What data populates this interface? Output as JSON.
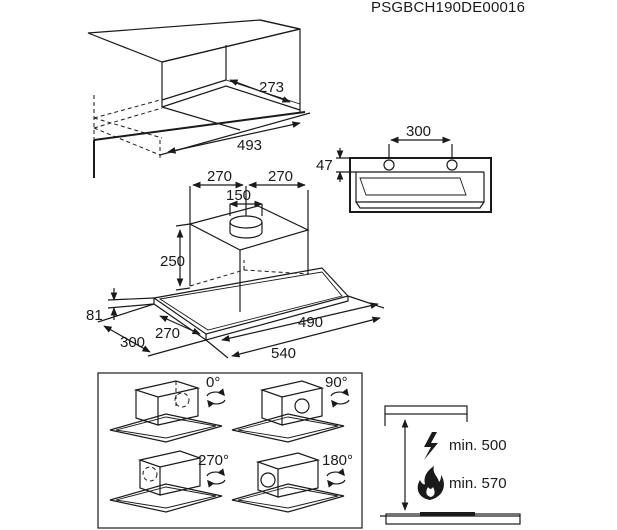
{
  "document_code": "PSGBCH190DE00016",
  "cabinet": {
    "depth_label": "273",
    "width_label": "493"
  },
  "bracket": {
    "spacing_label": "300",
    "height_label": "47"
  },
  "hood": {
    "offset_left_label": "270",
    "offset_right_label": "270",
    "outlet_label": "150",
    "chimney_height_label": "250",
    "body_height_label": "81",
    "depth_label": "300",
    "chimney_depth_label": "270",
    "inner_width_label": "490",
    "width_label": "540"
  },
  "rotations": [
    {
      "angle": "0°"
    },
    {
      "angle": "90°"
    },
    {
      "angle": "270°"
    },
    {
      "angle": "180°"
    }
  ],
  "clearance": {
    "electric_label": "min. 500",
    "gas_label": "min. 570"
  },
  "icons": [
    "lightning-icon",
    "flame-icon",
    "rotate-arrows-icon"
  ]
}
